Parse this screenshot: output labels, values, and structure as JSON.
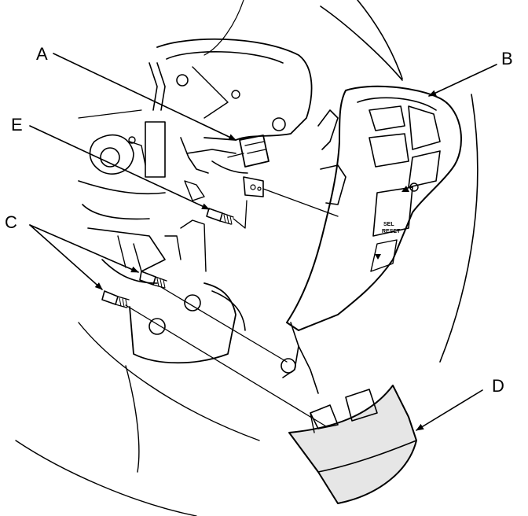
{
  "callouts": {
    "a": "A",
    "b": "B",
    "c": "C",
    "d": "D",
    "e": "E"
  },
  "switch_labels": {
    "sel": "SEL",
    "reset": "RESET"
  },
  "colors": {
    "line": "#000000",
    "background": "#ffffff",
    "shade": "#e6e6e6"
  }
}
